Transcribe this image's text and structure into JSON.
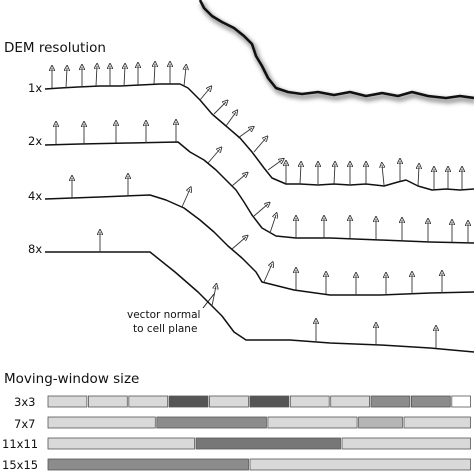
{
  "dem_section": {
    "title": "DEM resolution",
    "rows": [
      {
        "label": "1x"
      },
      {
        "label": "2x"
      },
      {
        "label": "4x"
      },
      {
        "label": "8x"
      }
    ],
    "annotation": [
      "vector normal",
      "to cell plane"
    ]
  },
  "window_section": {
    "title": "Moving-window size",
    "rows": [
      {
        "label": "3x3",
        "segments": [
          "#d9d9d9",
          "#d9d9d9",
          "#d9d9d9",
          "#555555",
          "#d9d9d9",
          "#555555",
          "#d9d9d9",
          "#d9d9d9",
          "#8c8c8c",
          "#8c8c8c",
          "#ffffff"
        ]
      },
      {
        "label": "7x7",
        "segments": [
          "#d9d9d9",
          "#8c8c8c",
          "#d9d9d9",
          "#b5b5b5",
          "#d9d9d9"
        ]
      },
      {
        "label": "11x11",
        "segments": [
          "#d9d9d9",
          "#777777",
          "#d9d9d9"
        ]
      },
      {
        "label": "15x15",
        "segments": [
          "#8c8c8c",
          "#d9d9d9"
        ]
      }
    ]
  },
  "colors": {
    "line": "#111111",
    "arrow": "#333333",
    "bar_border": "#555555"
  }
}
